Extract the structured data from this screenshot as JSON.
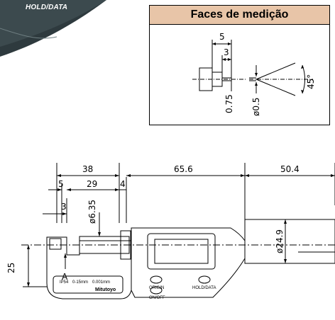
{
  "corner": {
    "label": "HOLD/DATA"
  },
  "faces": {
    "title": "Faces de medição",
    "dims": {
      "d5": "5",
      "d3": "3",
      "d075": "0.75",
      "dphi05": "ø0.5",
      "angle": "45°"
    }
  },
  "main": {
    "dims": {
      "d38": "38",
      "d656": "65.6",
      "d504": "50.4",
      "d29": "29",
      "d5": "5",
      "d4": "4",
      "d3": "3",
      "dphi635": "ø6.35",
      "dphi249": "ø24.9",
      "d25": "25",
      "point_a": "A"
    },
    "labels": {
      "origin": "ORIGIN",
      "onoff": "ON/OFF",
      "holddata": "HOLD/DATA",
      "ip54": "IP54",
      "range": "0-15mm",
      "resolution": "0.001mm",
      "brand": "Mitutoyo"
    }
  },
  "colors": {
    "title_bg": "#e8c5a8",
    "photo_bg": "#2e3a3e"
  }
}
